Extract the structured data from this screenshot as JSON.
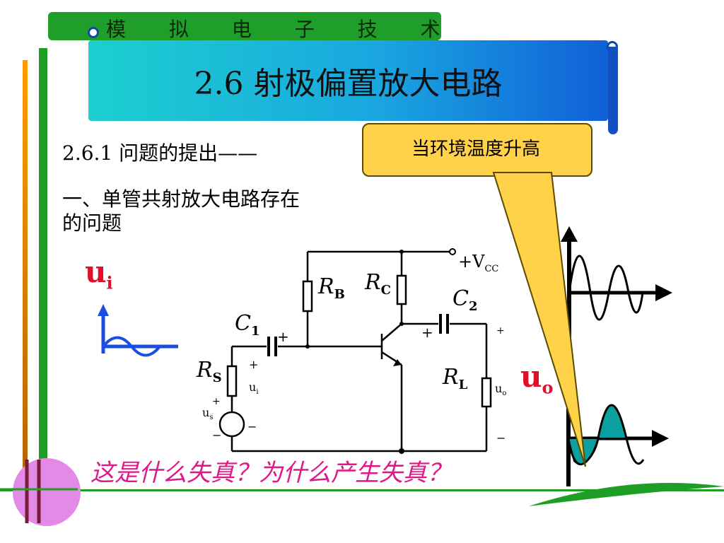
{
  "header": {
    "course_title": "模 拟 电 子 技 术",
    "slide_title": "2.6 射极偏置放大电路"
  },
  "content": {
    "section_title": "2.6.1  问题的提出——",
    "problem_line1": "一、单管共射放大电路存在",
    "problem_line2": "的问题",
    "callout": "当环境温度升高",
    "question": "这是什么失真？为什么产生失真？"
  },
  "circuit": {
    "labels": {
      "vcc": "+V",
      "vcc_sub": "CC",
      "rb": "R",
      "rb_sub": "B",
      "rc": "R",
      "rc_sub": "C",
      "c1": "C",
      "c1_sub": "1",
      "c2": "C",
      "c2_sub": "2",
      "rs": "R",
      "rs_sub": "S",
      "rl": "R",
      "rl_sub": "L",
      "ui": "u",
      "ui_sub": "i",
      "uo": "u",
      "uo_sub": "o",
      "us": "u",
      "us_sub": "s",
      "plus": "+",
      "minus": "−"
    }
  },
  "waveforms": {
    "input_label": "u",
    "input_sub": "i",
    "output_label": "u",
    "output_sub": "o"
  },
  "colors": {
    "green": "#1e9e24",
    "accent_red": "#e0102a",
    "question_pink": "#e0178a",
    "callout_yellow": "#ffd24a",
    "wave_blue": "#1a4de0",
    "wave_teal": "#0aa0a0"
  }
}
